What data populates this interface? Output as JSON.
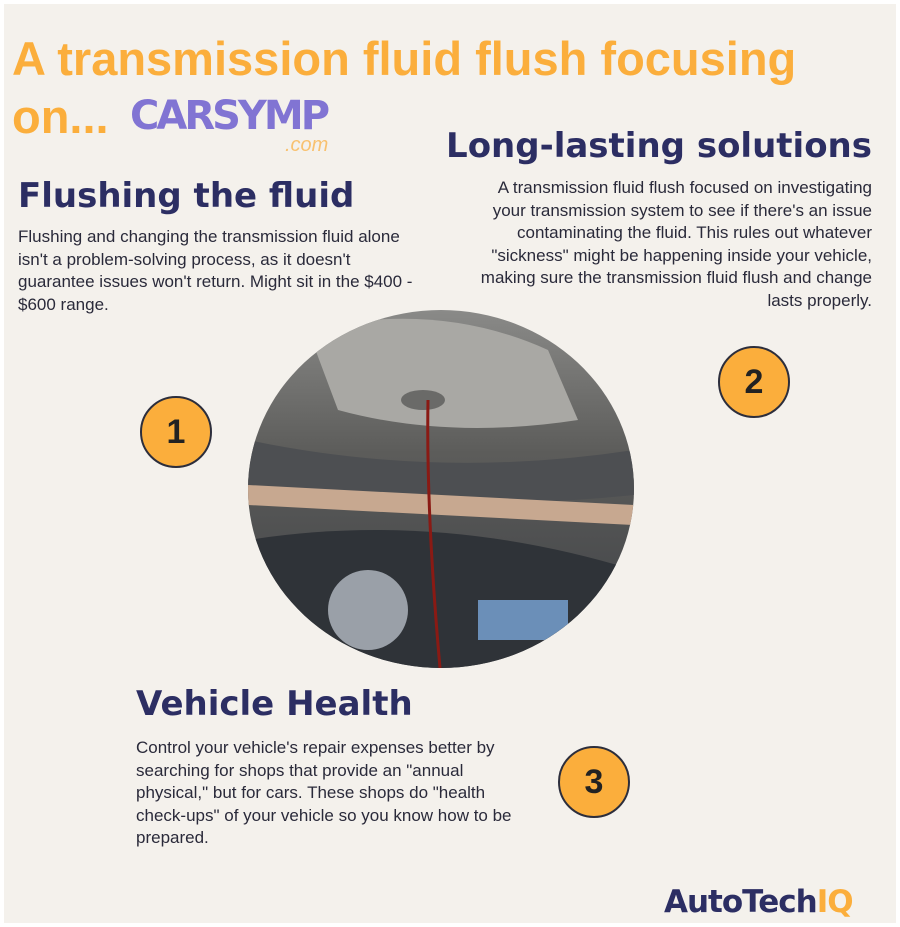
{
  "title": "A transmission fluid flush focusing on...",
  "watermark": {
    "name": "CARSYMP",
    "suffix": ".com"
  },
  "sections": [
    {
      "number": "1",
      "heading": "Flushing the fluid",
      "body": "Flushing and changing the transmission fluid alone isn't a problem-solving process, as it doesn't guarantee issues won't return. Might sit in the $400 - $600 range."
    },
    {
      "number": "2",
      "heading": "Long-lasting solutions",
      "body": "A transmission fluid flush focused on investigating your transmission system to see if there's an issue contaminating the fluid. This rules out whatever \"sickness\" might be happening inside your vehicle, making sure the transmission fluid flush and change lasts properly."
    },
    {
      "number": "3",
      "heading": "Vehicle Health",
      "body": "Control your vehicle's repair expenses better by searching for shops that provide an \"annual physical,\" but for cars. These shops do \"health check-ups\" of your vehicle so you know how to be prepared."
    }
  ],
  "logo": {
    "main": "AutoTech",
    "accent": "IQ"
  },
  "colors": {
    "accent": "#fbae3c",
    "heading": "#2c2e63",
    "background": "#f4f1ec"
  }
}
